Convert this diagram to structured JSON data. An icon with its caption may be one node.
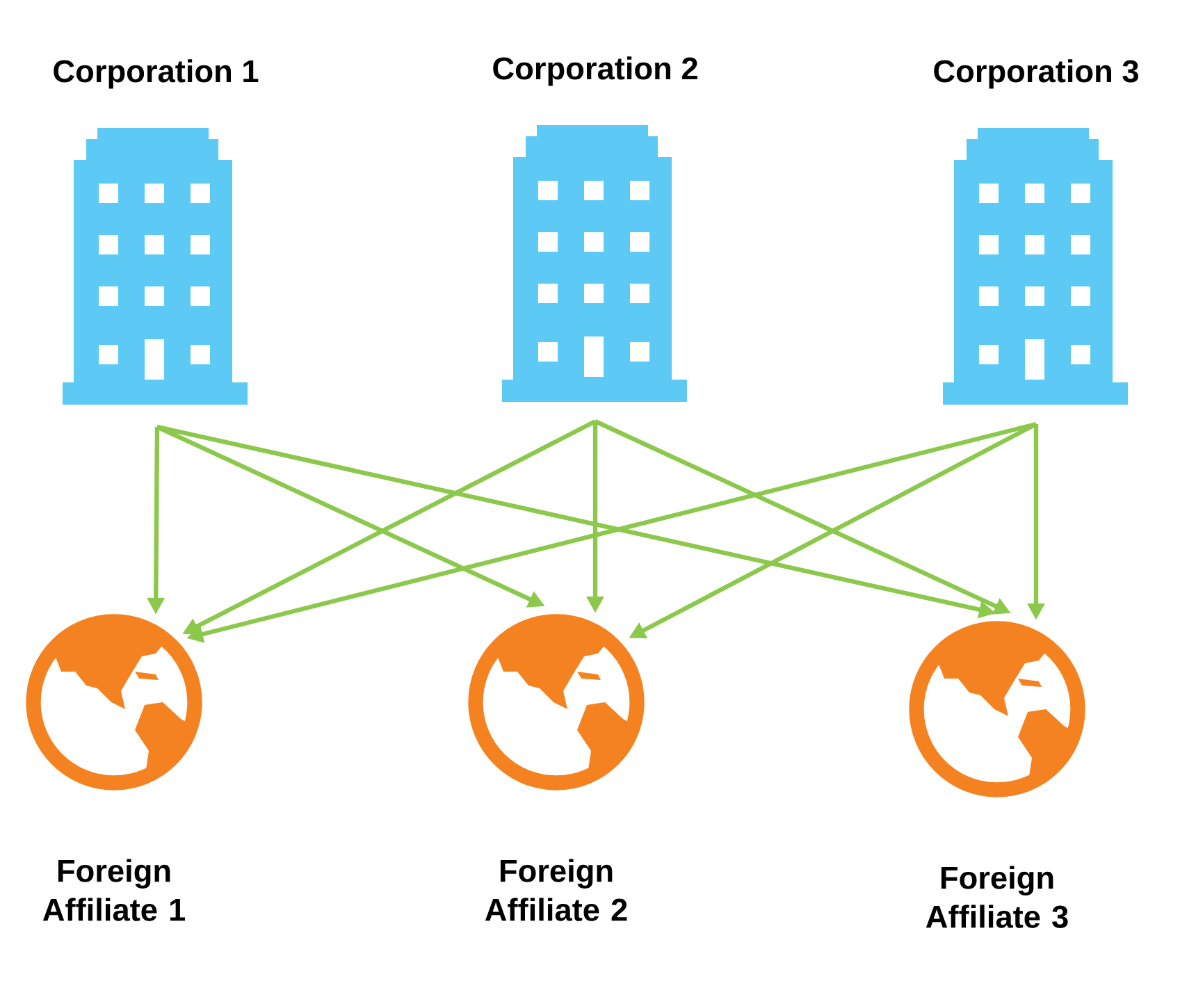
{
  "diagram": {
    "nodes": [
      {
        "text": [
          "Corporation 1"
        ]
      },
      {
        "text": [
          "Corporation 2"
        ]
      },
      {
        "text": [
          "Corporation 3"
        ]
      },
      {
        "text": [
          "Foreign Affiliate 1"
        ]
      },
      {
        "text": [
          "Foreign Affiliate 2"
        ]
      },
      {
        "text": [
          "Foreign Affiliate 3"
        ]
      }
    ],
    "edges": [
      {
        "from": 0,
        "to": 3,
        "arrow": "to"
      },
      {
        "from": 0,
        "to": 4,
        "arrow": "to"
      },
      {
        "from": 0,
        "to": 5,
        "arrow": "to"
      },
      {
        "from": 1,
        "to": 3,
        "arrow": "to"
      },
      {
        "from": 1,
        "to": 4,
        "arrow": "to"
      },
      {
        "from": 1,
        "to": 5,
        "arrow": "to"
      },
      {
        "from": 2,
        "to": 3,
        "arrow": "to"
      },
      {
        "from": 2,
        "to": 4,
        "arrow": "to"
      },
      {
        "from": 2,
        "to": 5,
        "arrow": "to"
      }
    ]
  }
}
